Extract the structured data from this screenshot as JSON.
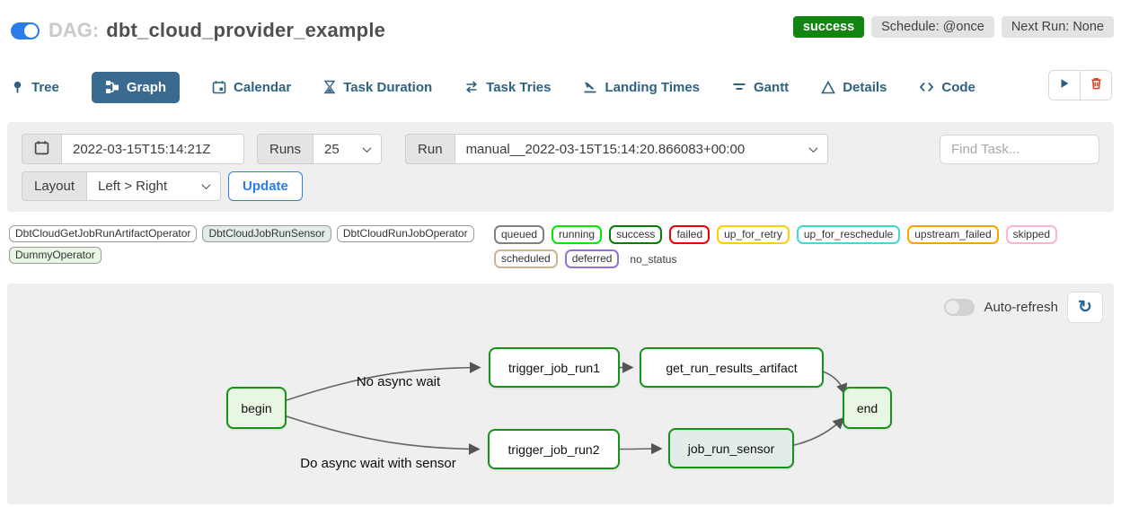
{
  "header": {
    "dag_label": "DAG:",
    "dag_title": "dbt_cloud_provider_example",
    "status_badge": "success",
    "schedule_badge": "Schedule: @once",
    "next_run_badge": "Next Run: None",
    "pause_toggle_on": true
  },
  "tabs": [
    {
      "label": "Tree",
      "icon": "map-pin-icon",
      "active": false
    },
    {
      "label": "Graph",
      "icon": "graph-icon",
      "active": true
    },
    {
      "label": "Calendar",
      "icon": "calendar-icon",
      "active": false
    },
    {
      "label": "Task Duration",
      "icon": "hourglass-icon",
      "active": false
    },
    {
      "label": "Task Tries",
      "icon": "repeat-icon",
      "active": false
    },
    {
      "label": "Landing Times",
      "icon": "plane-landing-icon",
      "active": false
    },
    {
      "label": "Gantt",
      "icon": "gantt-bars-icon",
      "active": false
    },
    {
      "label": "Details",
      "icon": "triangle-icon",
      "active": false
    },
    {
      "label": "Code",
      "icon": "code-icon",
      "active": false
    }
  ],
  "toolbar": {
    "base_date_value": "2022-03-15T15:14:21Z",
    "runs_label": "Runs",
    "runs_value": "25",
    "run_label": "Run",
    "run_value": "manual__2022-03-15T15:14:20.866083+00:00",
    "find_task_placeholder": "Find Task...",
    "layout_label": "Layout",
    "layout_value": "Left > Right",
    "update_label": "Update",
    "refresh_icon": "↻"
  },
  "legend": {
    "operators": [
      {
        "label": "DbtCloudGetJobRunArtifactOperator",
        "fill": "#ffffff"
      },
      {
        "label": "DbtCloudJobRunSensor",
        "fill": "#e2ecea"
      },
      {
        "label": "DbtCloudRunJobOperator",
        "fill": "#ffffff"
      },
      {
        "label": "DummyOperator",
        "fill": "#e8f7e4"
      }
    ],
    "statuses": [
      {
        "label": "queued",
        "border": "#808080"
      },
      {
        "label": "running",
        "border": "#00e700"
      },
      {
        "label": "success",
        "border": "#008000"
      },
      {
        "label": "failed",
        "border": "#ee0000"
      },
      {
        "label": "up_for_retry",
        "border": "#ffce00"
      },
      {
        "label": "up_for_reschedule",
        "border": "#3fdbd1"
      },
      {
        "label": "upstream_failed",
        "border": "#ffa000"
      },
      {
        "label": "skipped",
        "border": "#ffb6c8"
      },
      {
        "label": "scheduled",
        "border": "#cdb48e"
      },
      {
        "label": "deferred",
        "border": "#9370db"
      }
    ],
    "no_status_label": "no_status"
  },
  "graph": {
    "auto_refresh_label": "Auto-refresh",
    "auto_refresh_on": false,
    "node_border_color": "#169216",
    "nodes": [
      {
        "label": "begin",
        "operator": "DummyOperator",
        "fill": "#e8f7e4"
      },
      {
        "label": "trigger_job_run1",
        "operator": "DbtCloudRunJobOperator",
        "fill": "#ffffff"
      },
      {
        "label": "get_run_results_artifact",
        "operator": "DbtCloudGetJobRunArtifactOperator",
        "fill": "#ffffff"
      },
      {
        "label": "trigger_job_run2",
        "operator": "DbtCloudRunJobOperator",
        "fill": "#ffffff"
      },
      {
        "label": "job_run_sensor",
        "operator": "DbtCloudJobRunSensor",
        "fill": "#e2ecea"
      },
      {
        "label": "end",
        "operator": "DummyOperator",
        "fill": "#e8f7e4"
      }
    ],
    "edges": [
      {
        "from": "begin",
        "to": "trigger_job_run1",
        "label": "No async wait"
      },
      {
        "from": "begin",
        "to": "trigger_job_run2",
        "label": "Do async wait with sensor"
      },
      {
        "from": "trigger_job_run1",
        "to": "get_run_results_artifact",
        "label": ""
      },
      {
        "from": "trigger_job_run2",
        "to": "job_run_sensor",
        "label": ""
      },
      {
        "from": "get_run_results_artifact",
        "to": "end",
        "label": ""
      },
      {
        "from": "job_run_sensor",
        "to": "end",
        "label": ""
      }
    ]
  },
  "colors": {
    "accent_blue": "#2b7de9",
    "tab_text_blue": "#2d6284",
    "tab_selected_bg": "#3a6b8e",
    "success_green": "#128412",
    "panel_gray": "#efefef",
    "badge_gray_bg": "#e3e3e3",
    "node_border_green": "#169216",
    "trash_red": "#e0422d",
    "edge_gray": "#666666"
  }
}
